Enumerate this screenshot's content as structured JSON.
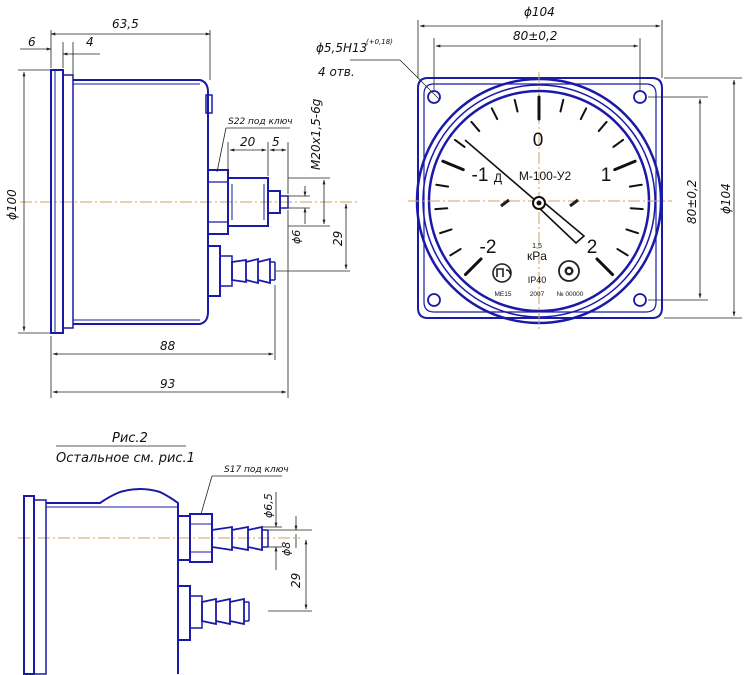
{
  "dims_side": {
    "d6": "6",
    "d4": "4",
    "d63_5": "63,5",
    "dia100": "ϕ100",
    "s22": "S22 под ключ",
    "d20": "20",
    "d5": "5",
    "thread": "M20x1,5-6g",
    "dia6": "ϕ6",
    "d29": "29",
    "d88": "88",
    "d93": "93"
  },
  "dims_front": {
    "dia104_top": "ϕ104",
    "d80_top": "80±0,2",
    "hole": "ϕ5,5H13",
    "hole_tol": "(+0,18)",
    "holes": "4 отв.",
    "d80_right": "80±0,2",
    "dia104_right": "ϕ104"
  },
  "gauge": {
    "scale": [
      "-1",
      "0",
      "1",
      "-2",
      "2"
    ],
    "sign": "Д",
    "model": "М-100-У2",
    "class": "1,5",
    "unit": "кPa",
    "ip": "IP40",
    "me": "ME15",
    "year": "2007",
    "serial": "№ 00000"
  },
  "fig2": {
    "title": "Рис.2",
    "note": "Остальное см. рис.1",
    "s17": "S17 под ключ",
    "dia6_5": "ϕ6,5",
    "dia8": "ϕ8",
    "d29": "29"
  }
}
